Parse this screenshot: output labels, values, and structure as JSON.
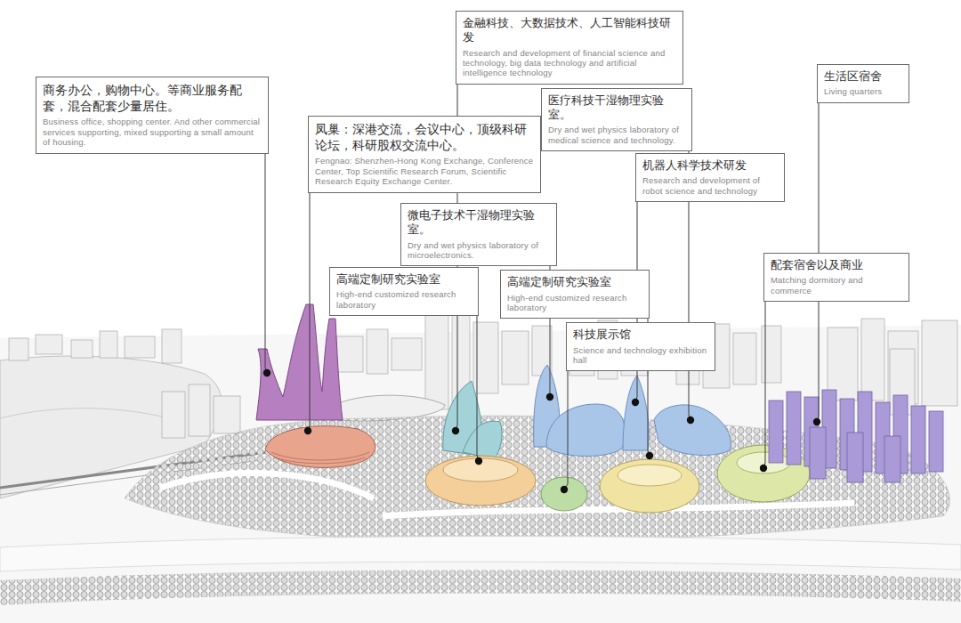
{
  "diagram": {
    "nodes": [
      {
        "text": [
          "金融科技、大数据技术、人工智能科技研发",
          "Research and development of financial science and technology, big data technology and artificial intelligence technology"
        ]
      },
      {
        "text": [
          "生活区宿舍",
          "Living quarters"
        ]
      },
      {
        "text": [
          "商务办公，购物中心。等商业服务配套，混合配套少量居住。",
          "Business office, shopping center. And other commercial services supporting, mixed supporting a small amount of housing."
        ]
      },
      {
        "text": [
          "医疗科技干湿物理实验室。",
          "Dry and wet physics laboratory of medical science and technology."
        ]
      },
      {
        "text": [
          "凤巢：深港交流，会议中心，顶级科研论坛，科研股权交流中心。",
          "Fengnao: Shenzhen-Hong Kong Exchange, Conference Center, Top Scientific Research Forum, Scientific Research Equity Exchange Center."
        ]
      },
      {
        "text": [
          "机器人科学技术研发",
          "Research and development of robot science and technology"
        ]
      },
      {
        "text": [
          "微电子技术干湿物理实验室。",
          "Dry and wet physics laboratory of microelectronics."
        ]
      },
      {
        "text": [
          "配套宿舍以及商业",
          "Matching dormitory and commerce"
        ]
      },
      {
        "text": [
          "高端定制研究实验室",
          "High-end customized research laboratory"
        ]
      },
      {
        "text": [
          "高端定制研究实验室",
          "High-end customized research laboratory"
        ]
      },
      {
        "text": [
          "科技展示馆",
          "Science and technology exhibition hall"
        ]
      }
    ]
  }
}
